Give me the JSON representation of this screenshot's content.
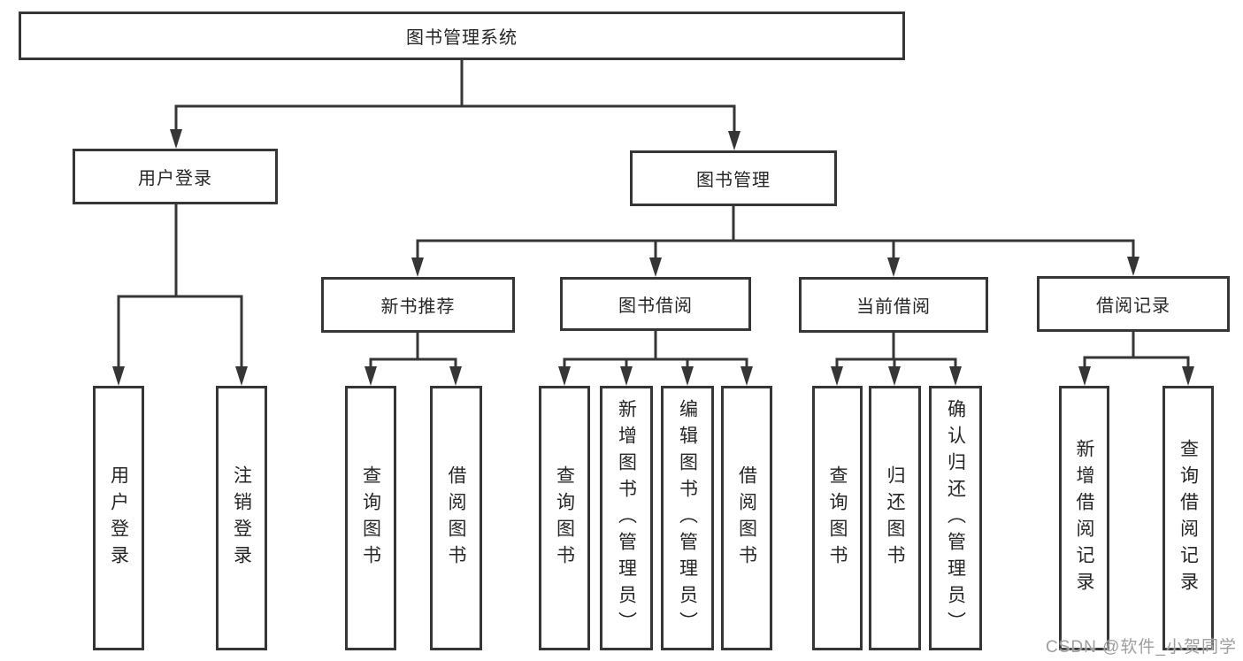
{
  "root": {
    "label": "图书管理系统"
  },
  "level2": {
    "user_login": {
      "label": "用户登录"
    },
    "book_mgmt": {
      "label": "图书管理"
    }
  },
  "level3": {
    "new_books": {
      "label": "新书推荐"
    },
    "book_borrow": {
      "label": "图书借阅"
    },
    "current_borrow": {
      "label": "当前借阅"
    },
    "borrow_records": {
      "label": "借阅记录"
    }
  },
  "leaves": {
    "user_login": {
      "label": "用户登录"
    },
    "user_logout": {
      "label": "注销登录"
    },
    "newbooks_query": {
      "label": "查询图书"
    },
    "newbooks_borrow": {
      "label": "借阅图书"
    },
    "borrow_query": {
      "label": "查询图书"
    },
    "borrow_add": {
      "label": "新增图书（管理员）"
    },
    "borrow_edit": {
      "label": "编辑图书（管理员）"
    },
    "borrow_borrow": {
      "label": "借阅图书"
    },
    "current_query": {
      "label": "查询图书"
    },
    "current_return": {
      "label": "归还图书"
    },
    "current_confirm": {
      "label": "确认归还（管理员）"
    },
    "records_add": {
      "label": "新增借阅记录"
    },
    "records_query": {
      "label": "查询借阅记录"
    }
  },
  "watermark": {
    "text": "CSDN @软件_小贺同学"
  },
  "colors": {
    "line": "#363636",
    "text": "#262626",
    "watermark": "#9e9e9e",
    "background": "#ffffff"
  }
}
